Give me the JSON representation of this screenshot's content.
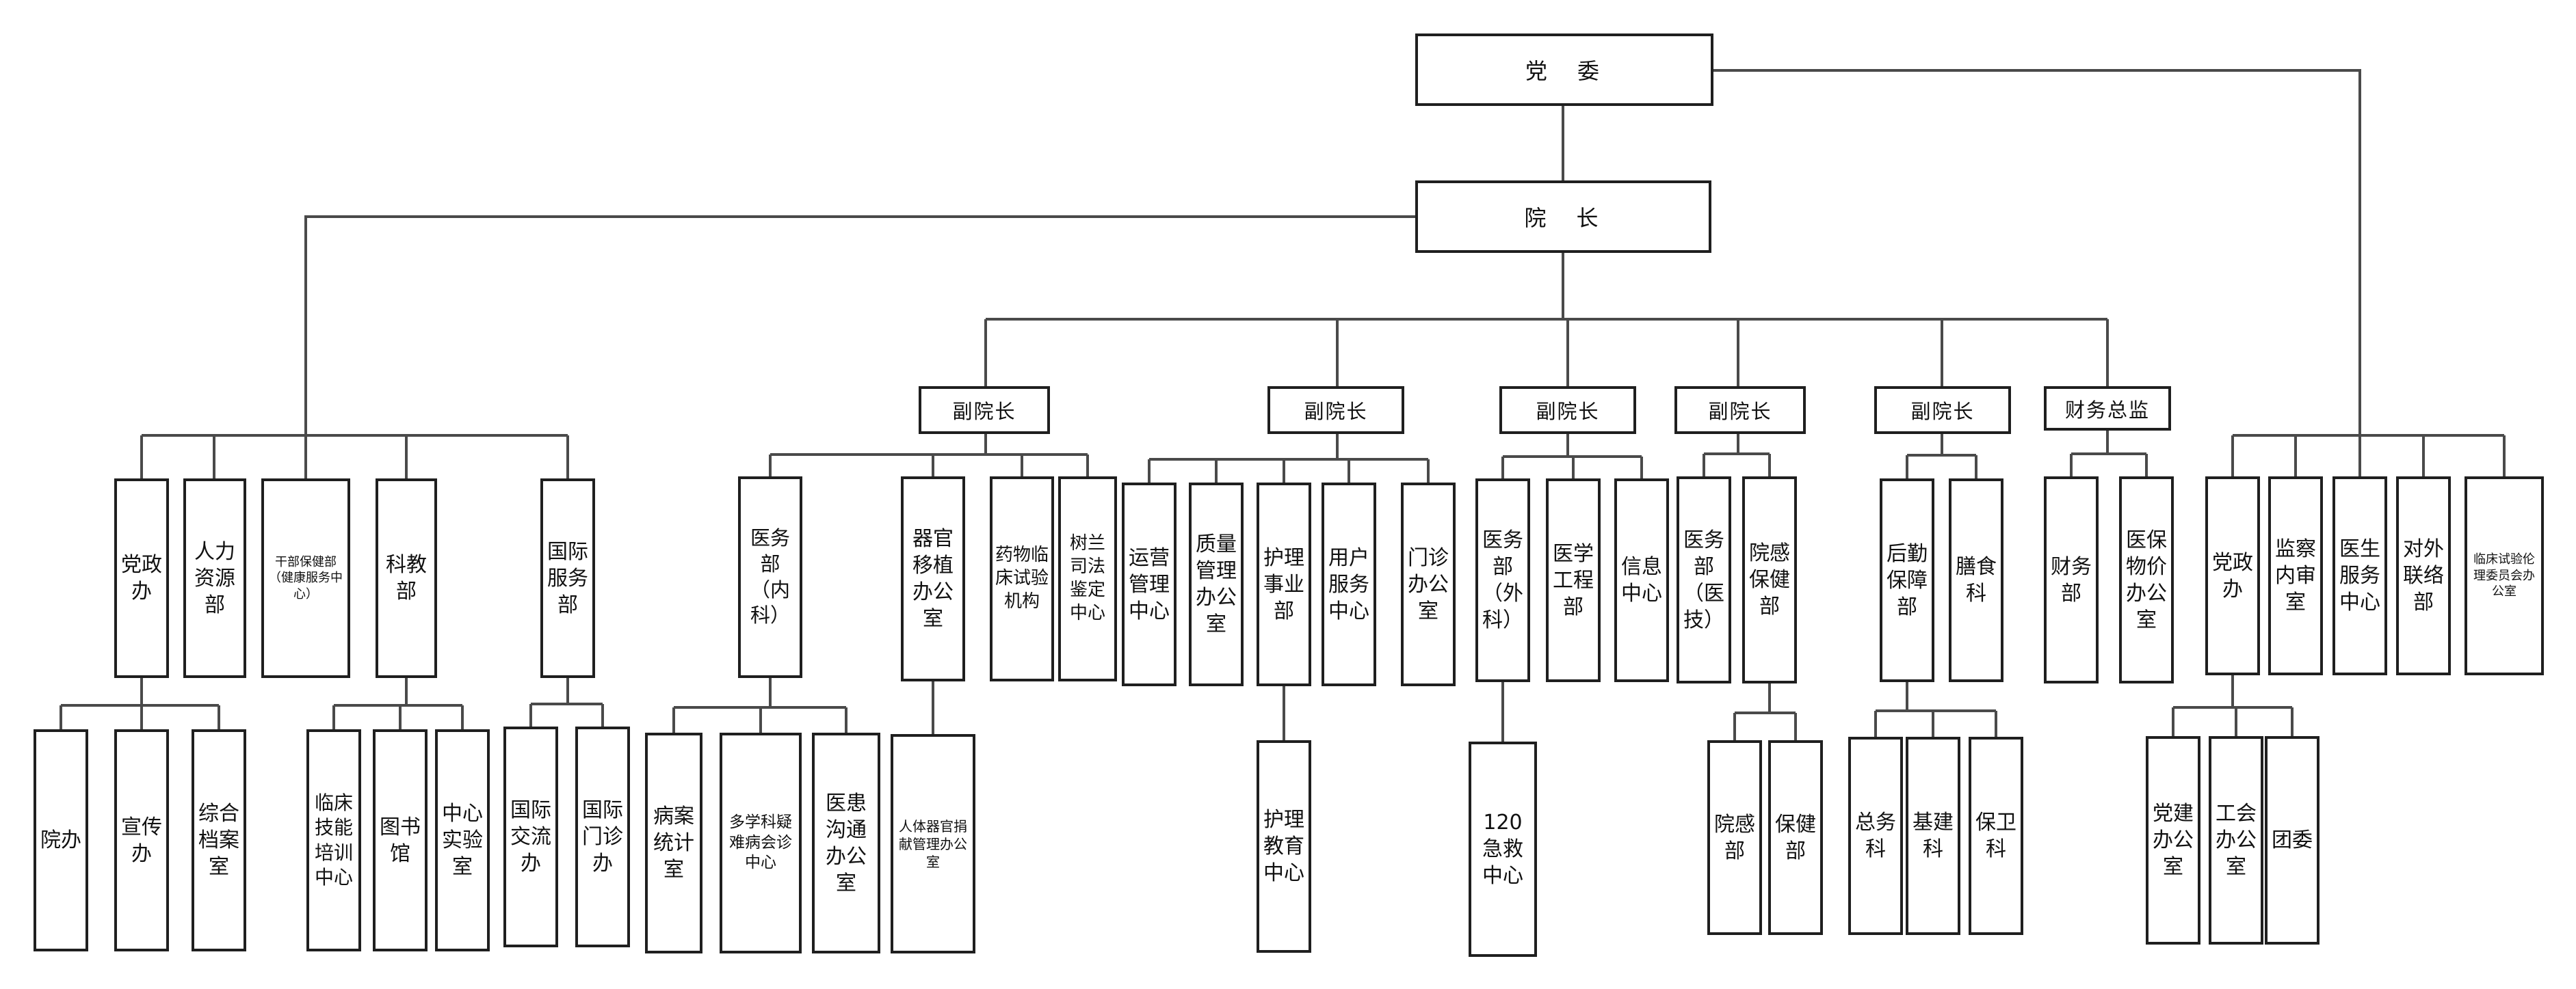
{
  "nodes": {
    "party_committee": "党　委",
    "president": "院　长",
    "vp1": "副院长",
    "vp2": "副院长",
    "vp3": "副院长",
    "vp4": "副院长",
    "vp5": "副院长",
    "cfo": "财务总监",
    "dangzhengban_l": "党政办",
    "renli": "人力资源部",
    "ganbu": "干部保健部（健康服务中心）",
    "kejiao": "科教部",
    "guoji_fuwu": "国际服务部",
    "yuanban": "院办",
    "xuanchuan": "宣传办",
    "dangan": "综合档案室",
    "linchuang_jineng": "临床技能培训中心",
    "tushuguan": "图书馆",
    "zhongxin_shiyan": "中心实验室",
    "guoji_jiaoliu": "国际交流办",
    "guoji_menzhen": "国际门诊办",
    "yiwu_neike": "医务部（内科）",
    "qiguan_yizhi": "器官移植办公室",
    "yaowu_linchuang": "药物临床试验机构",
    "shulan_sifa": "树兰司法鉴定中心",
    "bingan": "病案统计室",
    "duoxueke": "多学科疑难病会诊中心",
    "yihuan": "医患沟通办公室",
    "renti_qiguan": "人体器官捐献管理办公室",
    "yunying": "运营管理中心",
    "zhiliang": "质量管理办公室",
    "huli_shiye": "护理事业部",
    "yonghu_fuwu": "用户服务中心",
    "menzhen_ban": "门诊办公室",
    "huli_jiaoyu": "护理教育中心",
    "yiwu_waike": "医务部（外科）",
    "yixue_gongcheng": "医学工程部",
    "xinxi": "信息中心",
    "jijiu": "120急救中心",
    "yiwu_yiji": "医务部（医技）",
    "yuangan_baojian": "院感保健部",
    "yuangan": "院感部",
    "baojian": "保健部",
    "houqin": "后勤保障部",
    "shanshi": "膳食科",
    "zongwu": "总务科",
    "jijian": "基建科",
    "baowei": "保卫科",
    "caiwu": "财务部",
    "yibao_wujia": "医保物价办公室",
    "dangzhengban_r": "党政办",
    "jiancha": "监察内审室",
    "yisheng_fuwu": "医生服务中心",
    "duiwai": "对外联络部",
    "lunli": "临床试验伦理委员会办公室",
    "dangjian": "党建办公室",
    "gonghui": "工会办公室",
    "tuanwei": "团委"
  }
}
